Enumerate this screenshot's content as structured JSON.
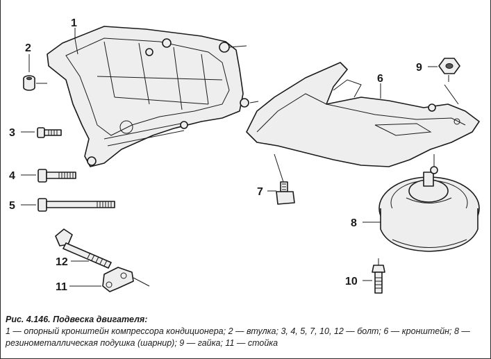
{
  "figure": {
    "caption_title": "Рис. 4.146. Подвеска двигателя:",
    "caption_text": "1 — опорный кронштейн компрессора кондиционера; 2 — втулка; 3, 4, 5, 7, 10, 12 — болт; 6 — кронштейн; 8 — резинометаллическая подушка (шарнир); 9 — гайка; 11 — стойка"
  },
  "callouts": {
    "c1": "1",
    "c2": "2",
    "c3": "3",
    "c4": "4",
    "c5": "5",
    "c6": "6",
    "c7": "7",
    "c8": "8",
    "c9": "9",
    "c10": "10",
    "c11": "11",
    "c12": "12"
  }
}
